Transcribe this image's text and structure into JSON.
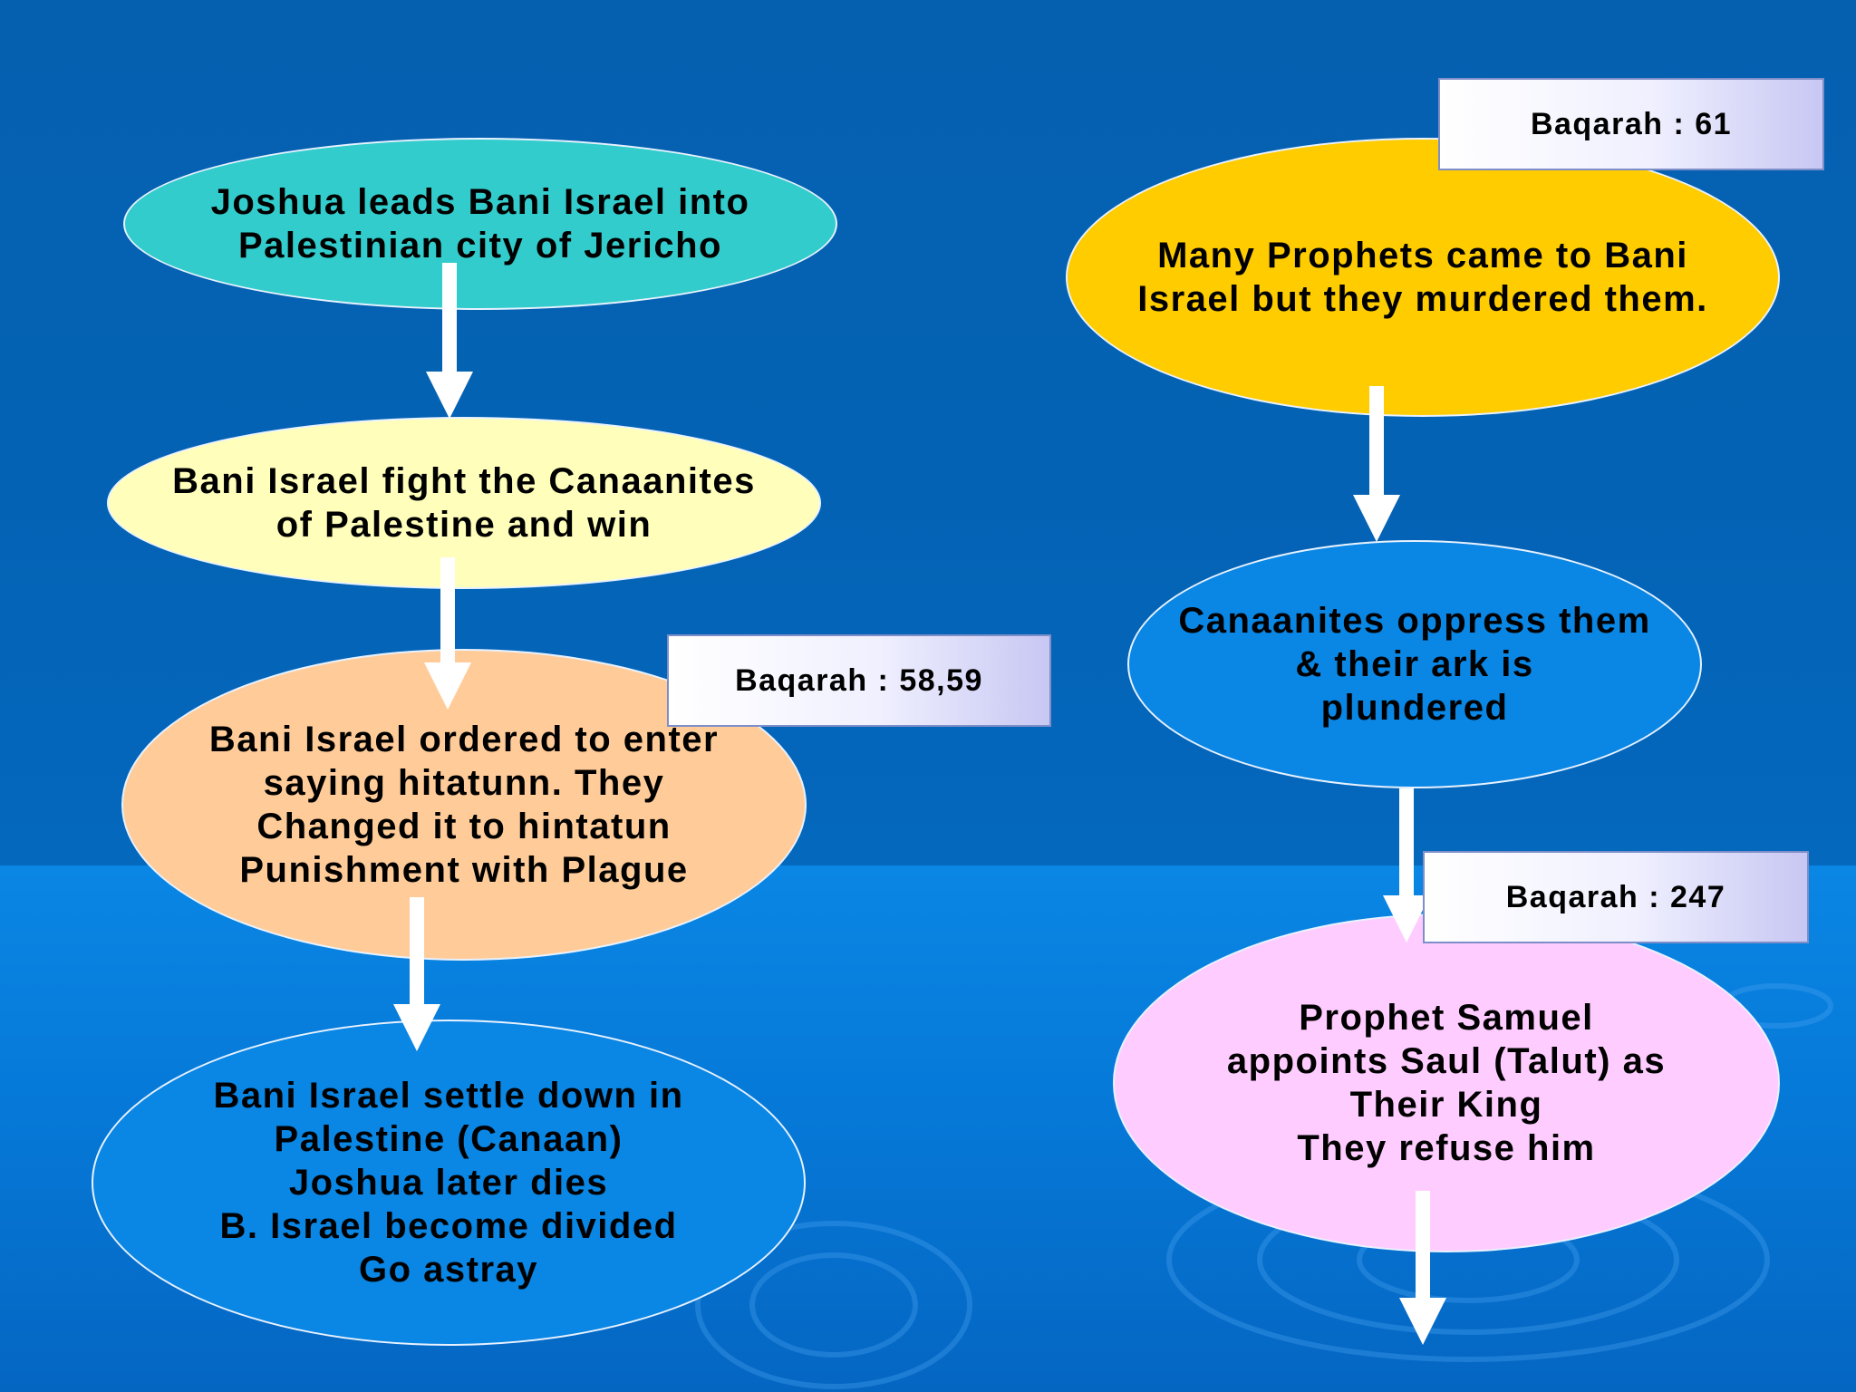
{
  "colors": {
    "teal": "#33cccc",
    "pale_yellow": "#ffffbb",
    "peach": "#ffcc99",
    "blue": "#0a86e4",
    "gold": "#ffcc00",
    "pink": "#ffccff"
  },
  "nodes": {
    "jericho": "Joshua leads Bani Israel into\nPalestinian city of Jericho",
    "fight": "Bani Israel fight the Canaanites\nof Palestine and win",
    "hitatunn": "Bani Israel ordered to enter\nsaying hitatunn. They\nChanged it to hintatun\nPunishment with Plague",
    "settle": "Bani Israel settle down in\nPalestine (Canaan)\nJoshua later dies\nB. Israel become divided\nGo astray",
    "prophets": "Many Prophets came to Bani\nIsrael but they murdered them.",
    "oppress": "Canaanites oppress them\n& their ark is\nplundered",
    "samuel": "Prophet Samuel\nappoints Saul (Talut) as\nTheir  King\nThey refuse him"
  },
  "refs": {
    "baqarah_61": "Baqarah : 61",
    "baqarah_58_59": "Baqarah : 58,59",
    "baqarah_247": "Baqarah : 247"
  }
}
